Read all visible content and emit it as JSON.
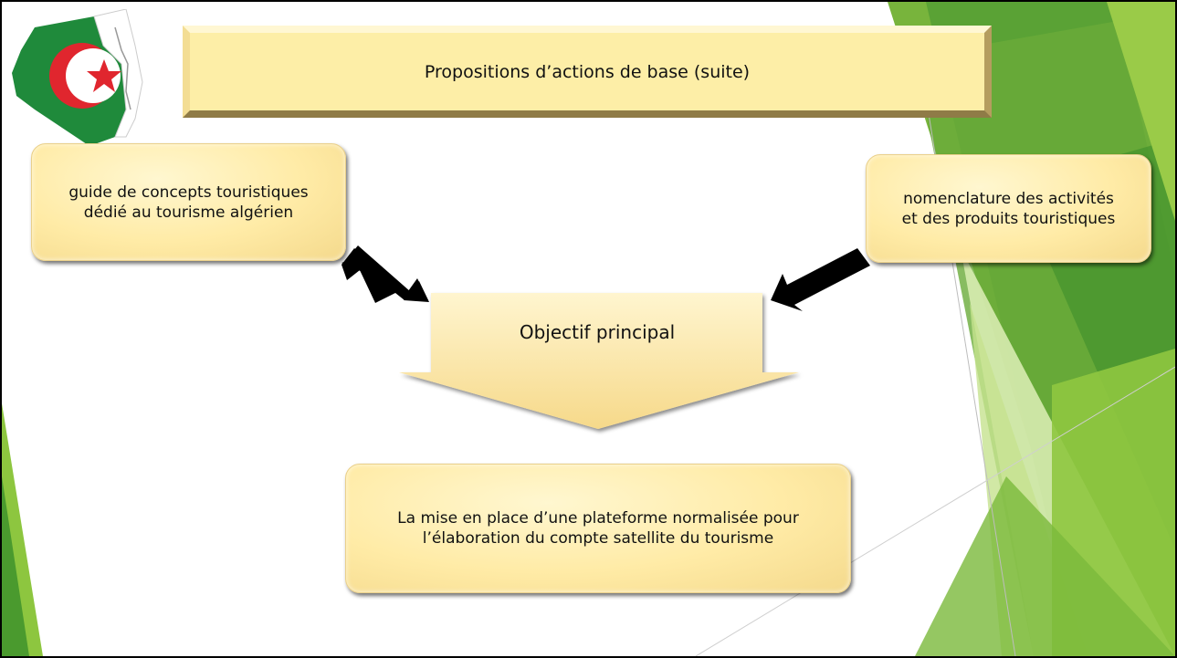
{
  "slide": {
    "title": "Propositions d’actions de base  (suite)",
    "left_box": {
      "lines": [
        "guide de concepts touristiques",
        "dédié au tourisme algérien"
      ]
    },
    "right_box": {
      "lines": [
        "nomenclature des activités",
        "et des produits touristiques"
      ]
    },
    "objective_label": "Objectif principal",
    "result_box": {
      "lines": [
        "La mise en place d’une plateforme normalisée pour",
        "l’élaboration du compte satellite du tourisme"
      ]
    }
  },
  "colors": {
    "box_fill": "#ffeba6",
    "title_fill": "#fdeea7",
    "arrow": "#000000",
    "green_dark": "#4a9a2e",
    "green_light": "#8dc63f",
    "flag_red": "#e0262e",
    "flag_green": "#1f8a3b"
  }
}
